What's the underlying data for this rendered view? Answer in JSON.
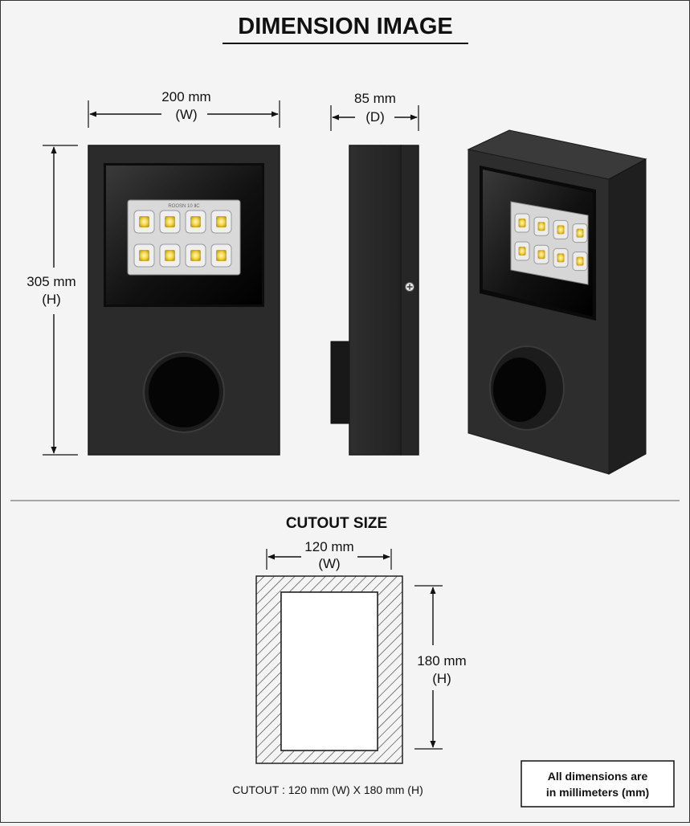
{
  "header": {
    "title": "DIMENSION IMAGE"
  },
  "front_view": {
    "width_value": "200 mm",
    "width_tag": "(W)",
    "height_value": "305 mm",
    "height_tag": "(H)"
  },
  "side_view": {
    "depth_value": "85 mm",
    "depth_tag": "(D)"
  },
  "led_panel": {
    "brand_text": "ROOSN 10 ⅡC",
    "led_count": 8
  },
  "cutout": {
    "heading": "CUTOUT SIZE",
    "width_value": "120 mm",
    "width_tag": "(W)",
    "height_value": "180 mm",
    "height_tag": "(H)",
    "caption": "CUTOUT : 120 mm (W) X 180 mm (H)"
  },
  "note": {
    "line1": "All dimensions are",
    "line2": "in millimeters (mm)"
  },
  "colors": {
    "housing": "#2b2b2b",
    "housing_edge": "#1a1a1a",
    "led": "#f3d64a",
    "background": "#f4f4f4"
  }
}
